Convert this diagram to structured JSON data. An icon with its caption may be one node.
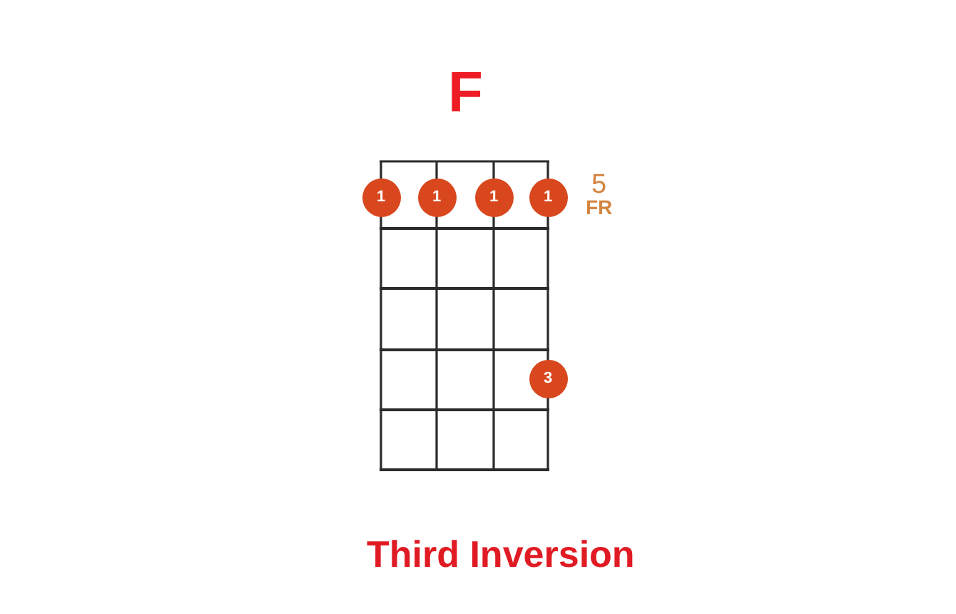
{
  "diagram": {
    "title": "F",
    "caption": "Third Inversion",
    "nodes": [
      {
        "text": [
          "1"
        ]
      },
      {
        "text": [
          "1"
        ]
      },
      {
        "text": [
          "1"
        ]
      },
      {
        "text": [
          "1"
        ]
      },
      {
        "text": [
          "3"
        ]
      }
    ],
    "labels": [
      "5",
      "FR"
    ]
  }
}
